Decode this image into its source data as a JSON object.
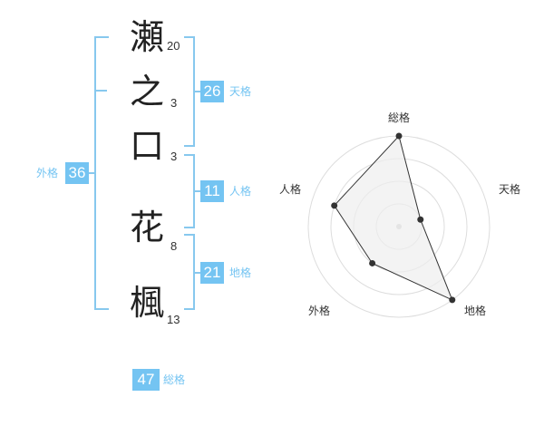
{
  "name": {
    "chars": [
      {
        "char": "瀬",
        "strokes": "20"
      },
      {
        "char": "之",
        "strokes": "3"
      },
      {
        "char": "口",
        "strokes": "3"
      },
      {
        "char": "花",
        "strokes": "8"
      },
      {
        "char": "楓",
        "strokes": "13"
      }
    ]
  },
  "fortune": {
    "tenkaku": {
      "value": "26",
      "label": "天格"
    },
    "jinkaku": {
      "value": "11",
      "label": "人格"
    },
    "chikaku": {
      "value": "21",
      "label": "地格"
    },
    "gaikaku": {
      "value": "36",
      "label": "外格"
    },
    "soukaku": {
      "value": "47",
      "label": "総格"
    }
  },
  "radar": {
    "axes": [
      "総格",
      "天格",
      "地格",
      "外格",
      "人格"
    ],
    "levels": [
      4,
      1,
      4,
      2,
      3
    ],
    "max_level": 4,
    "colors": {
      "fill": "#eeeeee",
      "stroke": "#333333",
      "grid": "#dddddd",
      "center": "#cccccc"
    }
  }
}
